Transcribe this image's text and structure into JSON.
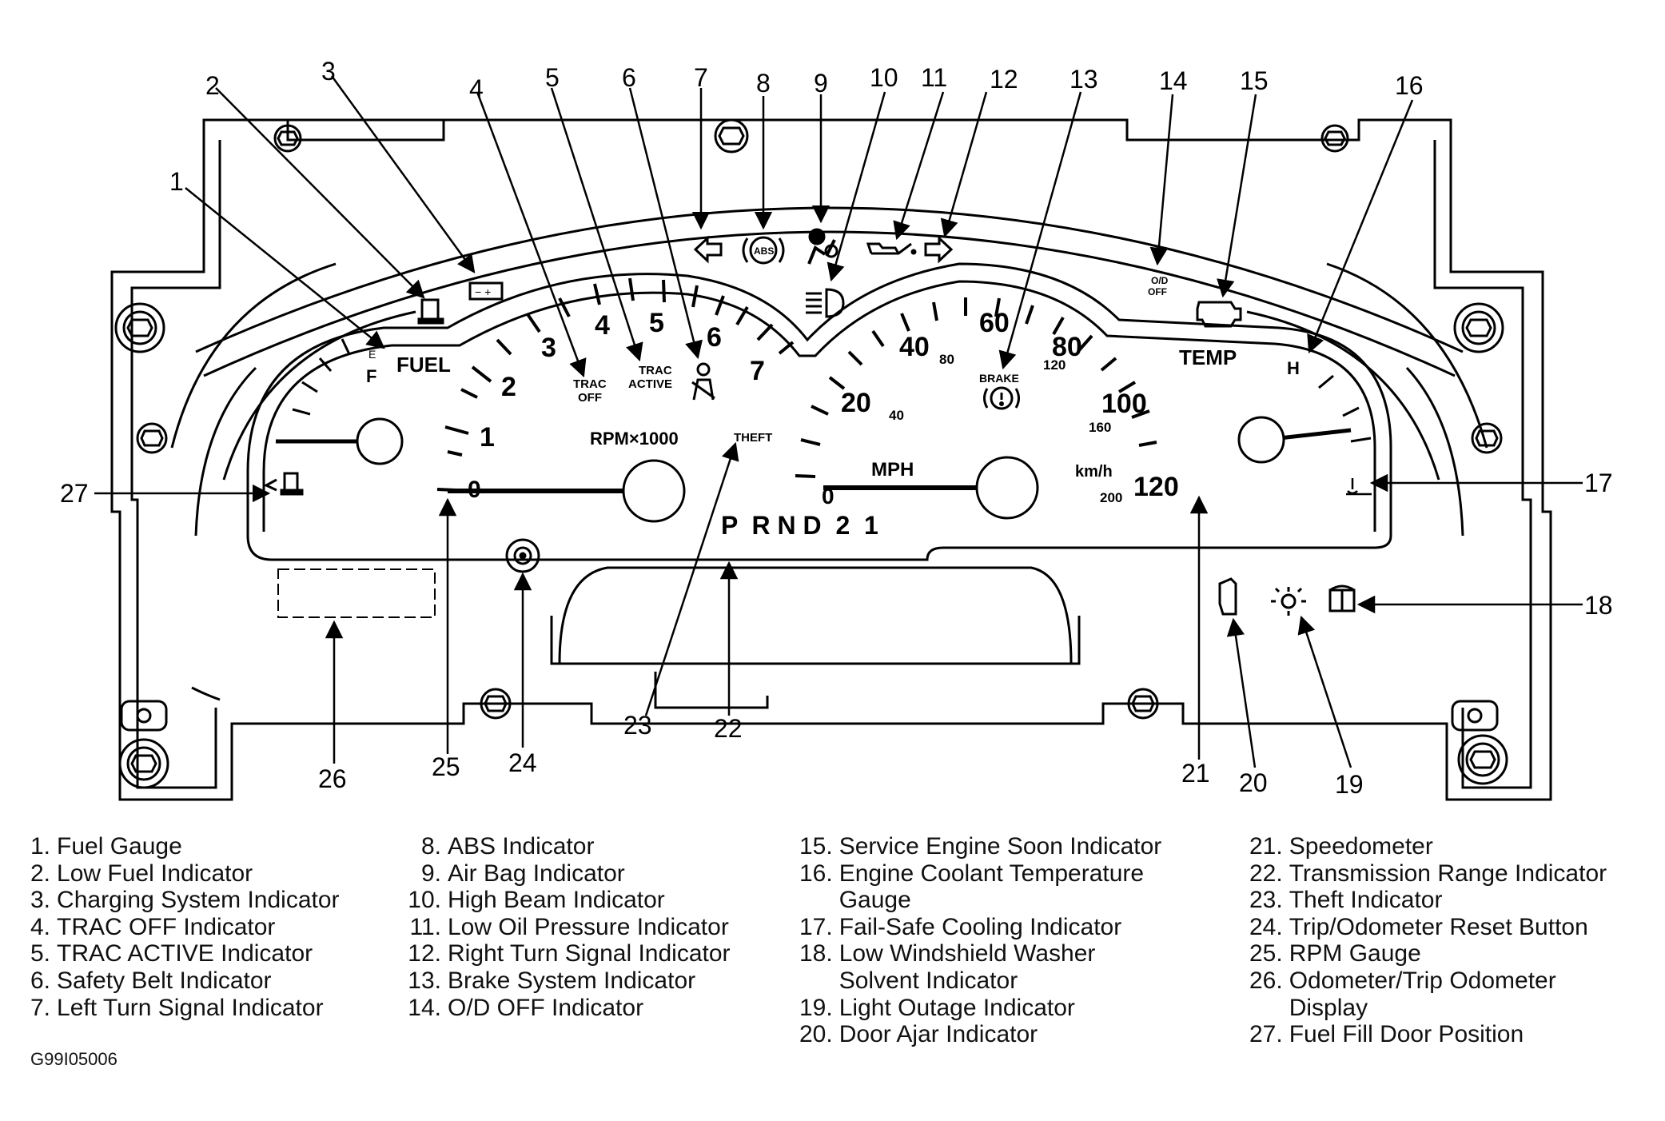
{
  "figure_id": "G99I05006",
  "gauge_text": {
    "fuel_label": "FUEL",
    "fuel_f": "F",
    "fuel_e": "E",
    "temp_label": "TEMP",
    "temp_h": "H",
    "rpm_label": "RPM×1000",
    "rpm_ticks": [
      "0",
      "1",
      "2",
      "3",
      "4",
      "5",
      "6",
      "7"
    ],
    "mph_label": "MPH",
    "mph_ticks": [
      "0",
      "20",
      "40",
      "60",
      "80",
      "100",
      "120"
    ],
    "kmh_label": "km/h",
    "kmh_ticks": [
      "40",
      "80",
      "120",
      "160",
      "200"
    ],
    "trac_off": [
      "TRAC",
      "OFF"
    ],
    "trac_active": [
      "TRAC",
      "ACTIVE"
    ],
    "theft": "THEFT",
    "brake": "BRAKE",
    "abs": "ABS",
    "od_off": [
      "O/D",
      "OFF"
    ],
    "prnd": "P  R N D  2  1"
  },
  "callouts": [
    "1",
    "2",
    "3",
    "4",
    "5",
    "6",
    "7",
    "8",
    "9",
    "10",
    "11",
    "12",
    "13",
    "14",
    "15",
    "16",
    "17",
    "18",
    "19",
    "20",
    "21",
    "22",
    "23",
    "24",
    "25",
    "26",
    "27"
  ],
  "legend": {
    "col1": [
      {
        "n": "1.",
        "t": "Fuel Gauge"
      },
      {
        "n": "2.",
        "t": "Low Fuel Indicator"
      },
      {
        "n": "3.",
        "t": "Charging System Indicator"
      },
      {
        "n": "4.",
        "t": "TRAC OFF Indicator"
      },
      {
        "n": "5.",
        "t": "TRAC ACTIVE Indicator"
      },
      {
        "n": "6.",
        "t": "Safety Belt Indicator"
      },
      {
        "n": "7.",
        "t": "Left Turn Signal Indicator"
      }
    ],
    "col2": [
      {
        "n": "8.",
        "t": "ABS Indicator"
      },
      {
        "n": "9.",
        "t": "Air Bag Indicator"
      },
      {
        "n": "10.",
        "t": "High Beam Indicator"
      },
      {
        "n": "11.",
        "t": "Low Oil Pressure Indicator"
      },
      {
        "n": "12.",
        "t": "Right Turn Signal Indicator"
      },
      {
        "n": "13.",
        "t": "Brake System Indicator"
      },
      {
        "n": "14.",
        "t": "O/D OFF Indicator"
      }
    ],
    "col3": [
      {
        "n": "15.",
        "t": "Service Engine Soon Indicator"
      },
      {
        "n": "16.",
        "t": "Engine Coolant Temperature",
        "t2": "Gauge"
      },
      {
        "n": "17.",
        "t": "Fail-Safe Cooling Indicator"
      },
      {
        "n": "18.",
        "t": "Low Windshield Washer",
        "t2": "Solvent Indicator"
      },
      {
        "n": "19.",
        "t": "Light Outage Indicator"
      },
      {
        "n": "20.",
        "t": "Door Ajar Indicator"
      }
    ],
    "col4": [
      {
        "n": "21.",
        "t": "Speedometer"
      },
      {
        "n": "22.",
        "t": "Transmission Range Indicator"
      },
      {
        "n": "23.",
        "t": "Theft Indicator"
      },
      {
        "n": "24.",
        "t": "Trip/Odometer Reset Button"
      },
      {
        "n": "25.",
        "t": "RPM Gauge"
      },
      {
        "n": "26.",
        "t": "Odometer/Trip Odometer",
        "t2": "Display"
      },
      {
        "n": "27.",
        "t": "Fuel Fill Door Position"
      }
    ]
  }
}
